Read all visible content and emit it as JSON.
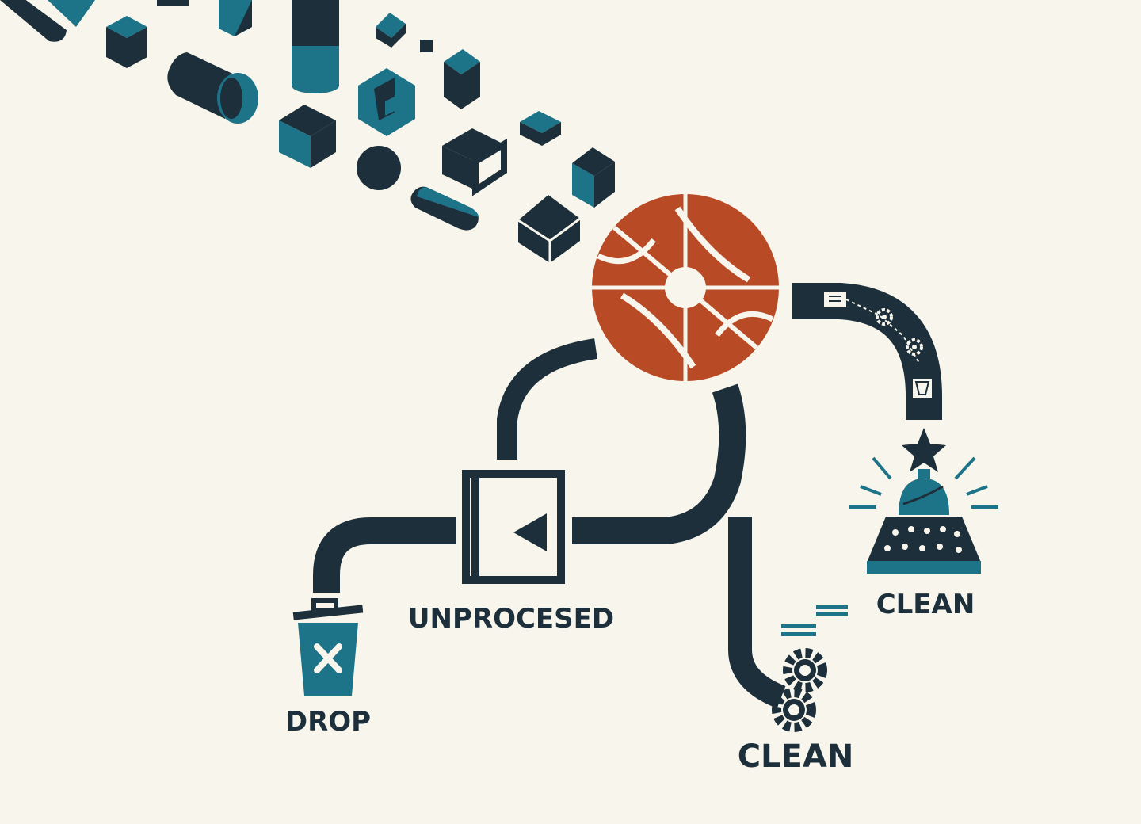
{
  "labels": {
    "drop": "DROP",
    "unprocessed": "UNPROCESED",
    "clean_lower": "CLEAN",
    "clean_right": "CLEAN"
  },
  "colors": {
    "background": "#f8f6ec",
    "navy": "#1c2f3a",
    "teal": "#1d7388",
    "rust": "#b84a26"
  },
  "icons": {
    "filter_hub": "segmented-disc-icon",
    "bin": "trash-bin-icon",
    "gate": "gate-door-icon",
    "gears": "gear-icon",
    "bell": "service-bell-icon",
    "star": "star-icon"
  }
}
